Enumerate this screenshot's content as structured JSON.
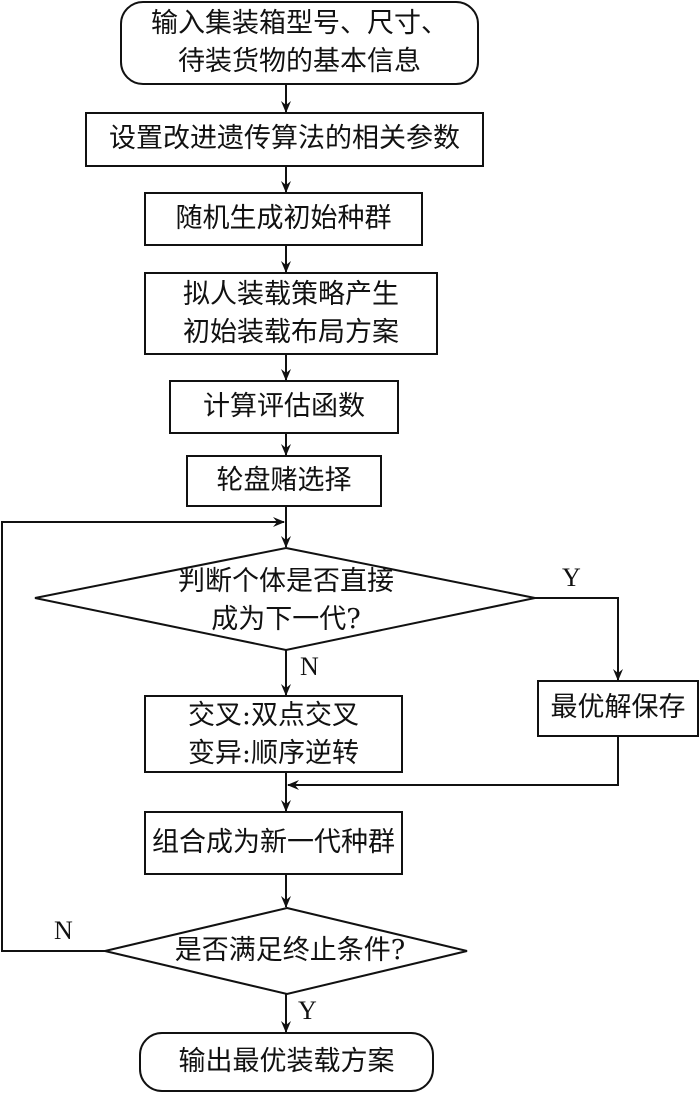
{
  "diagram": {
    "type": "flowchart",
    "nodes": {
      "start": {
        "shape": "rounded-rect",
        "lines": [
          "输入集装箱型号、尺寸、",
          "待装货物的基本信息"
        ]
      },
      "set_params": {
        "shape": "rect",
        "lines": [
          "设置改进遗传算法的相关参数"
        ]
      },
      "init_population": {
        "shape": "rect",
        "lines": [
          "随机生成初始种群"
        ]
      },
      "initial_layout": {
        "shape": "rect",
        "lines": [
          "拟人装载策略产生",
          "初始装载布局方案"
        ]
      },
      "evaluate": {
        "shape": "rect",
        "lines": [
          "计算评估函数"
        ]
      },
      "selection": {
        "shape": "rect",
        "lines": [
          "轮盘赌选择"
        ]
      },
      "decision_direct": {
        "shape": "diamond",
        "lines": [
          "判断个体是否直接",
          "成为下一代?"
        ]
      },
      "crossover_mutation": {
        "shape": "rect",
        "lines": [
          "交叉:双点交叉",
          "变异:顺序逆转"
        ]
      },
      "save_best": {
        "shape": "rect",
        "lines": [
          "最优解保存"
        ]
      },
      "combine": {
        "shape": "rect",
        "lines": [
          "组合成为新一代种群"
        ]
      },
      "decision_stop": {
        "shape": "diamond",
        "lines": [
          "是否满足终止条件?"
        ]
      },
      "end": {
        "shape": "rounded-rect",
        "lines": [
          "输出最优装载方案"
        ]
      }
    },
    "edge_labels": {
      "direct_yes": "Y",
      "direct_no": "N",
      "stop_no": "N",
      "stop_yes": "Y"
    },
    "edges": [
      {
        "from": "start",
        "to": "set_params"
      },
      {
        "from": "set_params",
        "to": "init_population"
      },
      {
        "from": "init_population",
        "to": "initial_layout"
      },
      {
        "from": "initial_layout",
        "to": "evaluate"
      },
      {
        "from": "evaluate",
        "to": "selection"
      },
      {
        "from": "selection",
        "to": "decision_direct"
      },
      {
        "from": "decision_direct",
        "to": "save_best",
        "label": "Y"
      },
      {
        "from": "decision_direct",
        "to": "crossover_mutation",
        "label": "N"
      },
      {
        "from": "crossover_mutation",
        "to": "combine"
      },
      {
        "from": "save_best",
        "to": "combine"
      },
      {
        "from": "combine",
        "to": "decision_stop"
      },
      {
        "from": "decision_stop",
        "to": "decision_direct",
        "label": "N"
      },
      {
        "from": "decision_stop",
        "to": "end",
        "label": "Y"
      }
    ]
  }
}
